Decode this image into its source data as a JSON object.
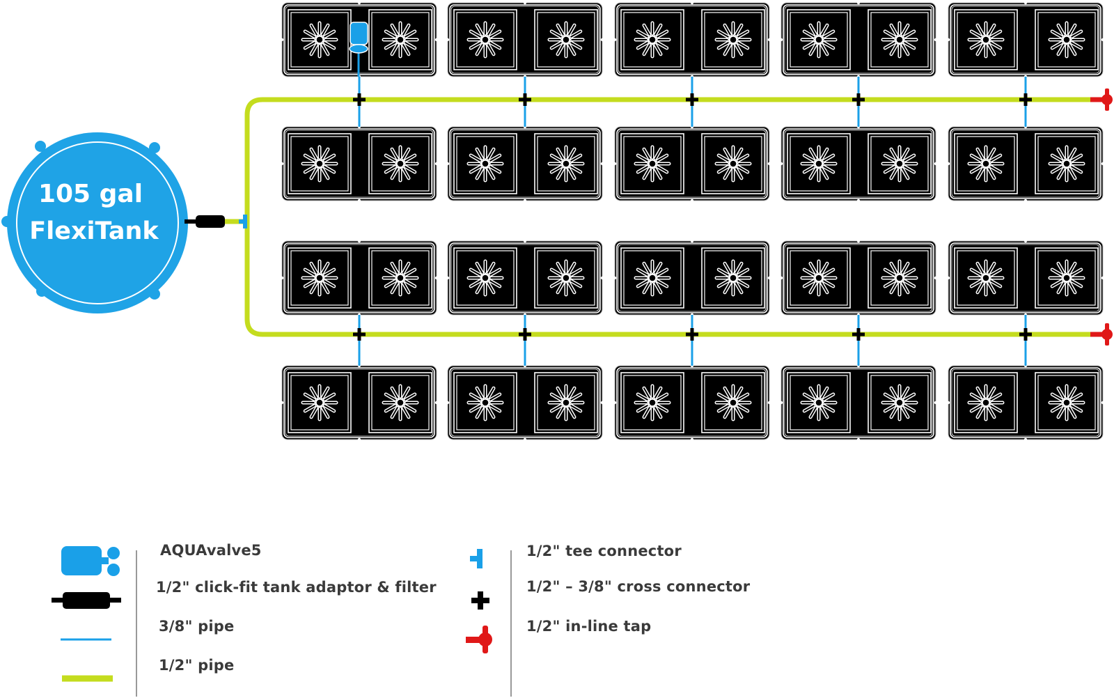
{
  "tank": {
    "line1": "105 gal",
    "line2": "FlexiTank"
  },
  "colors": {
    "tank_blue": "#1fa3e6",
    "half_inch_pipe": "#c4dc1e",
    "three_eighth_pipe": "#1aa0e8",
    "tap_red": "#e01818",
    "pot_black": "#000000"
  },
  "layout_rows": 4,
  "pots_per_row": 5,
  "legend": {
    "left": [
      {
        "icon": "aquavalve-icon",
        "label": "AQUAvalve5"
      },
      {
        "icon": "tank-adaptor-filter-icon",
        "label": "1/2\" click-fit tank adaptor & filter"
      },
      {
        "icon": "three-eighth-pipe-icon",
        "label": "3/8\" pipe"
      },
      {
        "icon": "half-inch-pipe-icon",
        "label": "1/2\" pipe"
      }
    ],
    "right": [
      {
        "icon": "tee-connector-icon",
        "label": "1/2\" tee connector"
      },
      {
        "icon": "cross-connector-icon",
        "label": "1/2\" – 3/8\" cross connector"
      },
      {
        "icon": "inline-tap-icon",
        "label": "1/2\" in-line tap"
      }
    ]
  }
}
